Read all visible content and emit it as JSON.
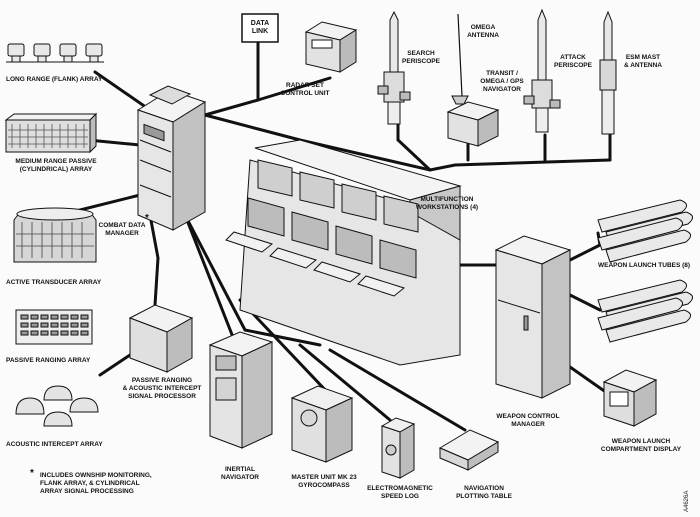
{
  "labels": {
    "long_range_array": "LONG RANGE (FLANK) ARRAY",
    "medium_range_1": "MEDIUM RANGE PASSIVE",
    "medium_range_2": "(CYLINDRICAL) ARRAY",
    "active_transducer": "ACTIVE TRANSDUCER ARRAY",
    "passive_ranging_array": "PASSIVE RANGING ARRAY",
    "signal_processor_1": "PASSIVE RANGING",
    "signal_processor_2": "& ACOUSTIC INTERCEPT",
    "signal_processor_3": "SIGNAL PROCESSOR",
    "acoustic_intercept": "ACOUSTIC INTERCEPT ARRAY",
    "combat_data_1": "COMBAT DATA",
    "combat_data_2": "MANAGER",
    "data_link_1": "DATA",
    "data_link_2": "LINK",
    "radar_1": "RADAR SET",
    "radar_2": "CONTROL UNIT",
    "search_periscope_1": "SEARCH",
    "search_periscope_2": "PERISCOPE",
    "omega_antenna_1": "OMEGA",
    "omega_antenna_2": "ANTENNA",
    "transit_1": "TRANSIT /",
    "transit_2": "OMEGA / GPS",
    "transit_3": "NAVIGATOR",
    "attack_periscope_1": "ATTACK",
    "attack_periscope_2": "PERISCOPE",
    "esm_1": "ESM MAST",
    "esm_2": "& ANTENNA",
    "workstations_1": "MULTIFUNCTION",
    "workstations_2": "WORKSTATIONS (4)",
    "weapon_tubes": "WEAPON LAUNCH TUBES (8)",
    "weapon_control_1": "WEAPON CONTROL",
    "weapon_control_2": "MANAGER",
    "weapon_display_1": "WEAPON LAUNCH",
    "weapon_display_2": "COMPARTMENT DISPLAY",
    "inertial_1": "INERTIAL",
    "inertial_2": "NAVIGATOR",
    "gyro_1": "MASTER UNIT MK 23",
    "gyro_2": "GYROCOMPASS",
    "speed_log_1": "ELECTROMAGNETIC",
    "speed_log_2": "SPEED LOG",
    "nav_table_1": "NAVIGATION",
    "nav_table_2": "PLOTTING TABLE",
    "footnote_star": "*",
    "footnote_1": "INCLUDES OWNSHIP MONITORING,",
    "footnote_2": "FLANK ARRAY, & CYLINDRICAL",
    "footnote_3": "ARRAY SIGNAL PROCESSING",
    "figure_code": "A4626A"
  },
  "colors": {
    "line": "#111111",
    "fill_light": "#ffffff",
    "fill_mid": "#e6e6e6",
    "fill_dark": "#bdbdbd"
  }
}
